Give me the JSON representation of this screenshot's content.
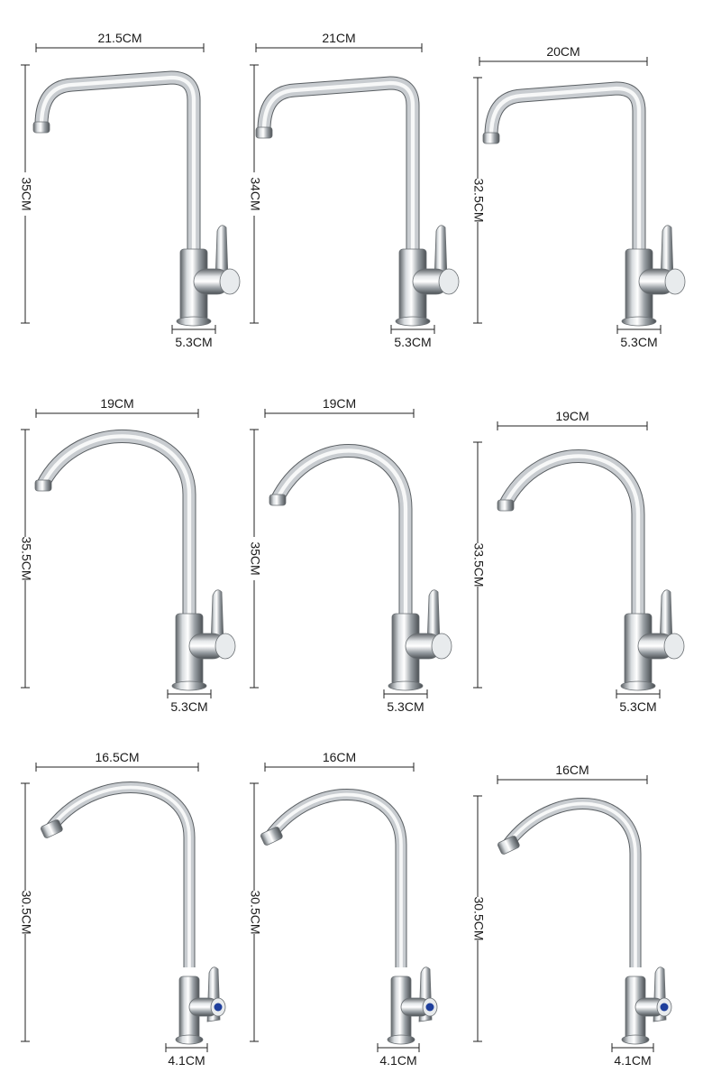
{
  "faucets": [
    {
      "width": "21.5CM",
      "height": "35CM",
      "base": "5.3CM",
      "style": "square",
      "handle": "plain"
    },
    {
      "width": "21CM",
      "height": "34CM",
      "base": "5.3CM",
      "style": "square",
      "handle": "plain"
    },
    {
      "width": "20CM",
      "height": "32.5CM",
      "base": "5.3CM",
      "style": "square",
      "handle": "plain"
    },
    {
      "width": "19CM",
      "height": "35.5CM",
      "base": "5.3CM",
      "style": "gooseneck",
      "handle": "plain"
    },
    {
      "width": "19CM",
      "height": "35CM",
      "base": "5.3CM",
      "style": "gooseneck",
      "handle": "plain"
    },
    {
      "width": "19CM",
      "height": "33.5CM",
      "base": "5.3CM",
      "style": "gooseneck",
      "handle": "plain"
    },
    {
      "width": "16.5CM",
      "height": "30.5CM",
      "base": "4.1CM",
      "style": "arc",
      "handle": "blue-dot"
    },
    {
      "width": "16CM",
      "height": "30.5CM",
      "base": "4.1CM",
      "style": "arc",
      "handle": "blue-dot"
    },
    {
      "width": "16CM",
      "height": "30.5CM",
      "base": "4.1CM",
      "style": "arc",
      "handle": "blue-dot"
    }
  ],
  "colors": {
    "chrome_dark": "#6f7478",
    "chrome_mid": "#b9bec2",
    "chrome_light": "#f4f6f7",
    "dot": "#1f3f9c"
  }
}
